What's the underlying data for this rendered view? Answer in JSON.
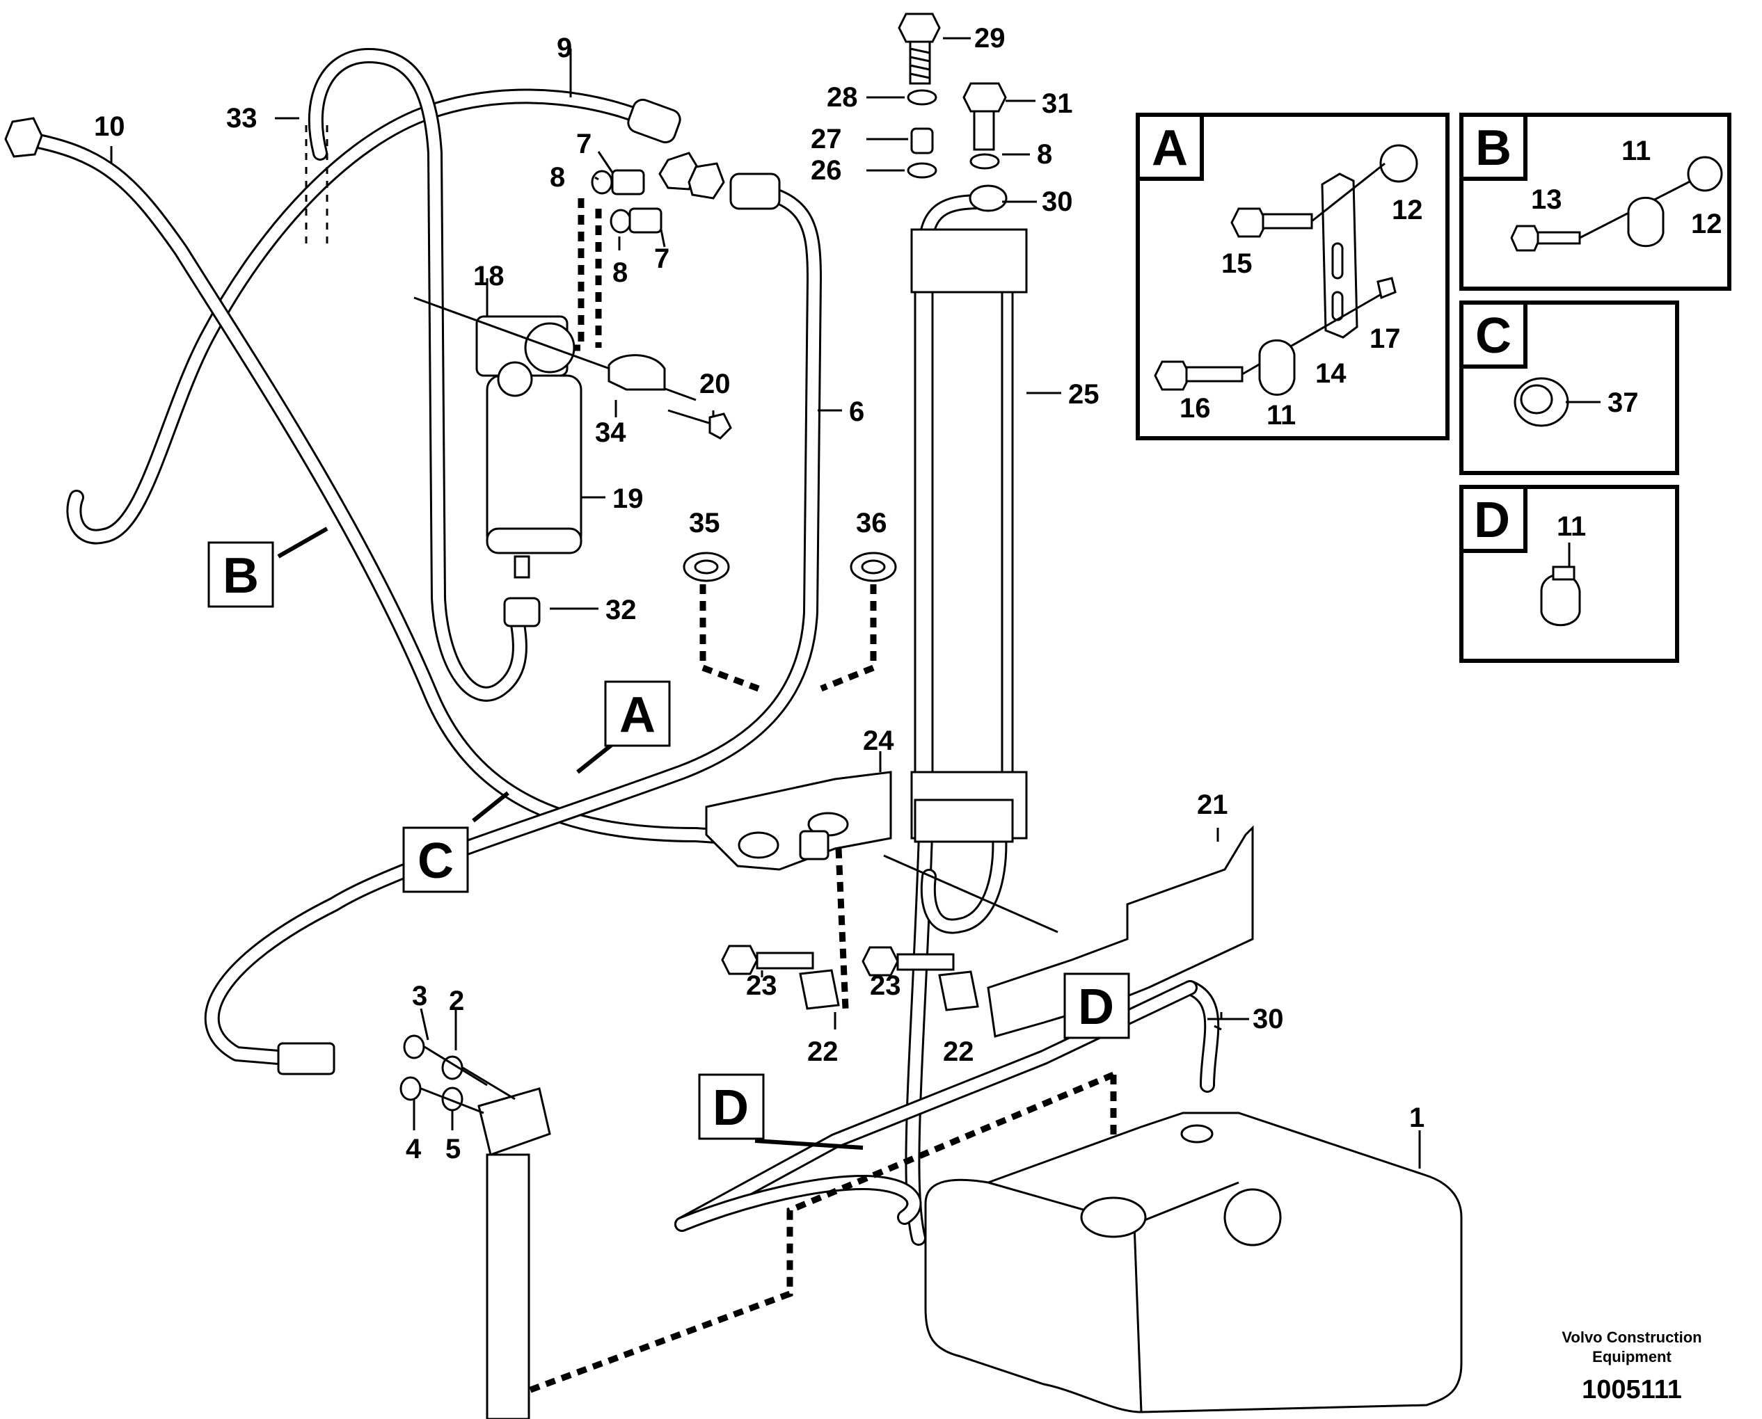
{
  "callouts": [
    {
      "id": "c29",
      "text": "29"
    },
    {
      "id": "c28",
      "text": "28"
    },
    {
      "id": "c27",
      "text": "27"
    },
    {
      "id": "c26",
      "text": "26"
    },
    {
      "id": "c31",
      "text": "31"
    },
    {
      "id": "c8a",
      "text": "8"
    },
    {
      "id": "c30a",
      "text": "30"
    },
    {
      "id": "c9",
      "text": "9"
    },
    {
      "id": "c33",
      "text": "33"
    },
    {
      "id": "c10",
      "text": "10"
    },
    {
      "id": "c7a",
      "text": "7"
    },
    {
      "id": "c8b",
      "text": "8"
    },
    {
      "id": "c8c",
      "text": "8"
    },
    {
      "id": "c7b",
      "text": "7"
    },
    {
      "id": "c18",
      "text": "18"
    },
    {
      "id": "c20",
      "text": "20"
    },
    {
      "id": "c34",
      "text": "34"
    },
    {
      "id": "c6",
      "text": "6"
    },
    {
      "id": "c25",
      "text": "25"
    },
    {
      "id": "c19",
      "text": "19"
    },
    {
      "id": "c35",
      "text": "35"
    },
    {
      "id": "c36",
      "text": "36"
    },
    {
      "id": "c32",
      "text": "32"
    },
    {
      "id": "c24",
      "text": "24"
    },
    {
      "id": "c21",
      "text": "21"
    },
    {
      "id": "c23a",
      "text": "23"
    },
    {
      "id": "c22a",
      "text": "22"
    },
    {
      "id": "c23b",
      "text": "23"
    },
    {
      "id": "c22b",
      "text": "22"
    },
    {
      "id": "c30b",
      "text": "30"
    },
    {
      "id": "c3",
      "text": "3"
    },
    {
      "id": "c2",
      "text": "2"
    },
    {
      "id": "c4",
      "text": "4"
    },
    {
      "id": "c5",
      "text": "5"
    },
    {
      "id": "c1",
      "text": "1"
    }
  ],
  "view_markers": [
    {
      "id": "B",
      "text": "B"
    },
    {
      "id": "A",
      "text": "A"
    },
    {
      "id": "C",
      "text": "C"
    },
    {
      "id": "D1",
      "text": "D"
    },
    {
      "id": "D2",
      "text": "D"
    }
  ],
  "detail_panels": {
    "A": {
      "letter": "A",
      "labels": [
        "12",
        "15",
        "17",
        "14",
        "16",
        "11"
      ]
    },
    "B": {
      "letter": "B",
      "labels": [
        "11",
        "13",
        "12"
      ]
    },
    "C": {
      "letter": "C",
      "labels": [
        "37"
      ]
    },
    "D": {
      "letter": "D",
      "labels": [
        "11"
      ]
    }
  },
  "footer": {
    "credit_line1": "Volvo Construction",
    "credit_line2": "Equipment",
    "doc_number": "1005111"
  }
}
